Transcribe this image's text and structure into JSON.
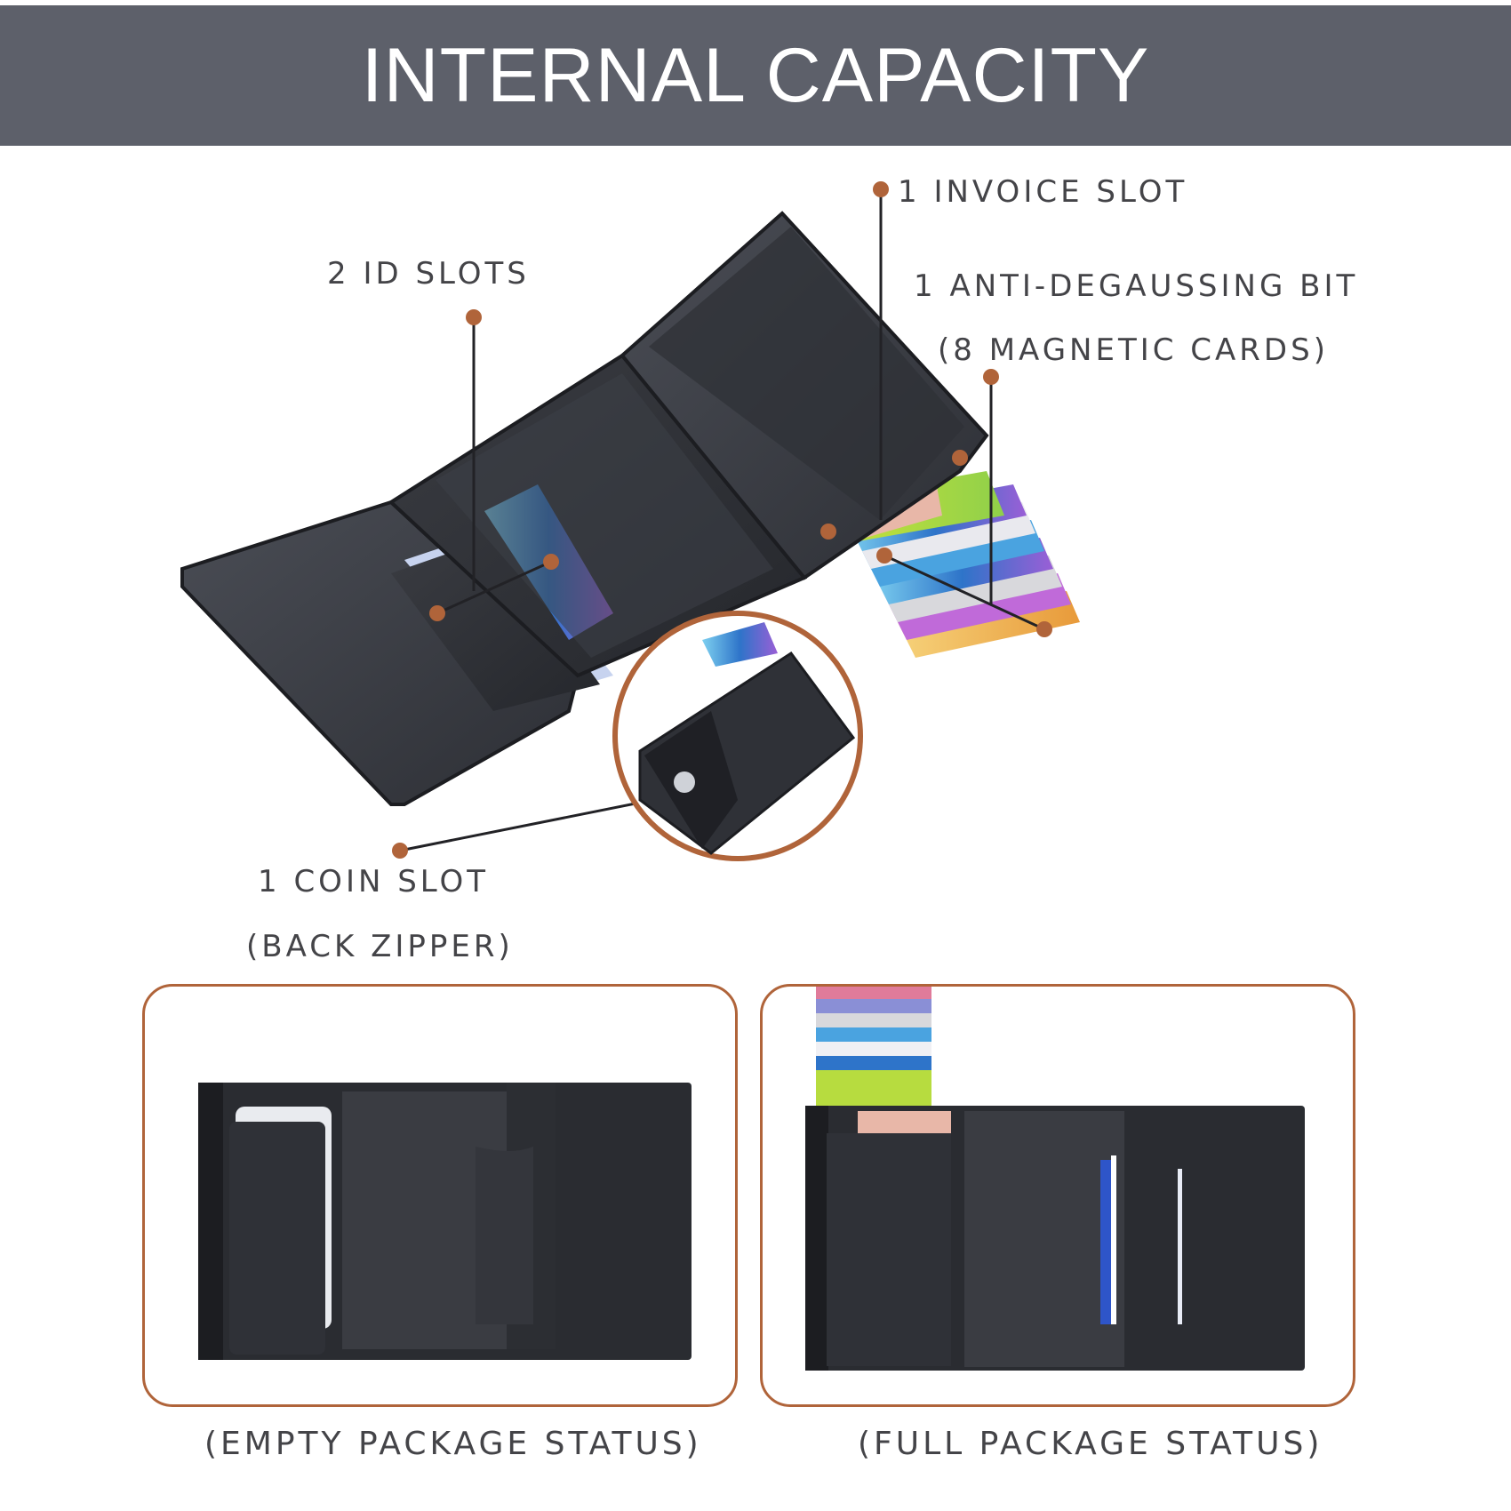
{
  "header": {
    "title": "INTERNAL CAPACITY",
    "background": "#5d606a"
  },
  "callouts": {
    "invoice": "1 INVOICE SLOT",
    "id_slots": "2 ID SLOTS",
    "anti_degaussing_1": "1 ANTI-DEGAUSSING BIT",
    "anti_degaussing_2": "(8 MAGNETIC CARDS)",
    "coin_1": "1 COIN SLOT",
    "coin_2": "(BACK ZIPPER)",
    "accent": "#b0643a"
  },
  "status": {
    "empty": "(EMPTY PACKAGE STATUS)",
    "full": "(FULL PACKAGE STATUS)"
  },
  "icons": {
    "hero": "open-wallet-image",
    "inset": "wallet-back-zipper-image",
    "empty": "empty-wallet-image",
    "full": "full-wallet-image"
  }
}
